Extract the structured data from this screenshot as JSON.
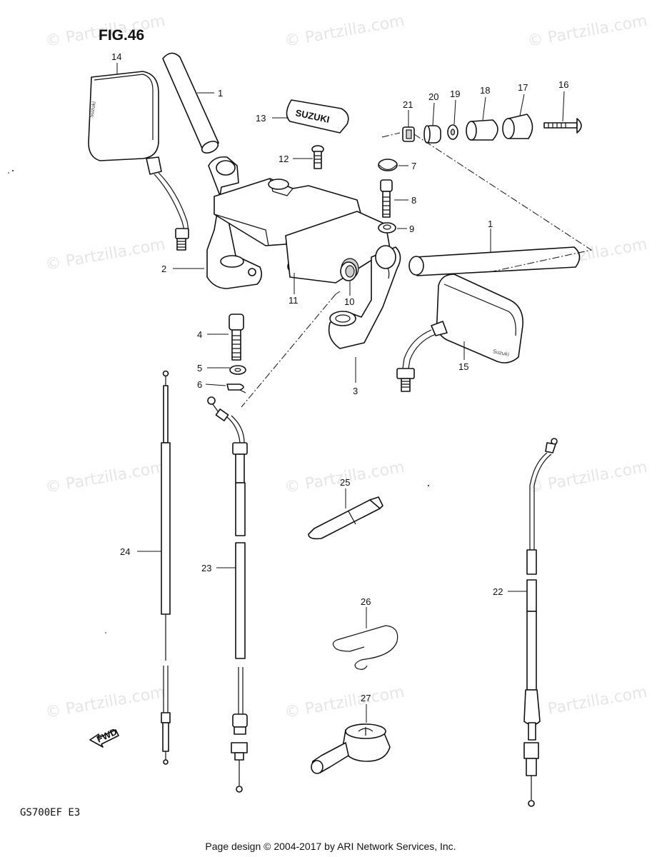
{
  "figure": {
    "title": "FIG.46"
  },
  "model_code": "GS700EF  E3",
  "footer": {
    "copyright": "Page design © 2004-2017 by ARI Network Services, Inc."
  },
  "watermark": "© Partzilla.com",
  "mirror_brand": "Suzuki",
  "fwd_label": "FWD",
  "cap_text": "SUZUKI",
  "callouts": [
    "1",
    "1",
    "2",
    "3",
    "4",
    "5",
    "6",
    "7",
    "8",
    "9",
    "10",
    "11",
    "12",
    "13",
    "14",
    "15",
    "16",
    "17",
    "18",
    "19",
    "20",
    "21",
    "22",
    "23",
    "24",
    "25",
    "26",
    "27"
  ]
}
